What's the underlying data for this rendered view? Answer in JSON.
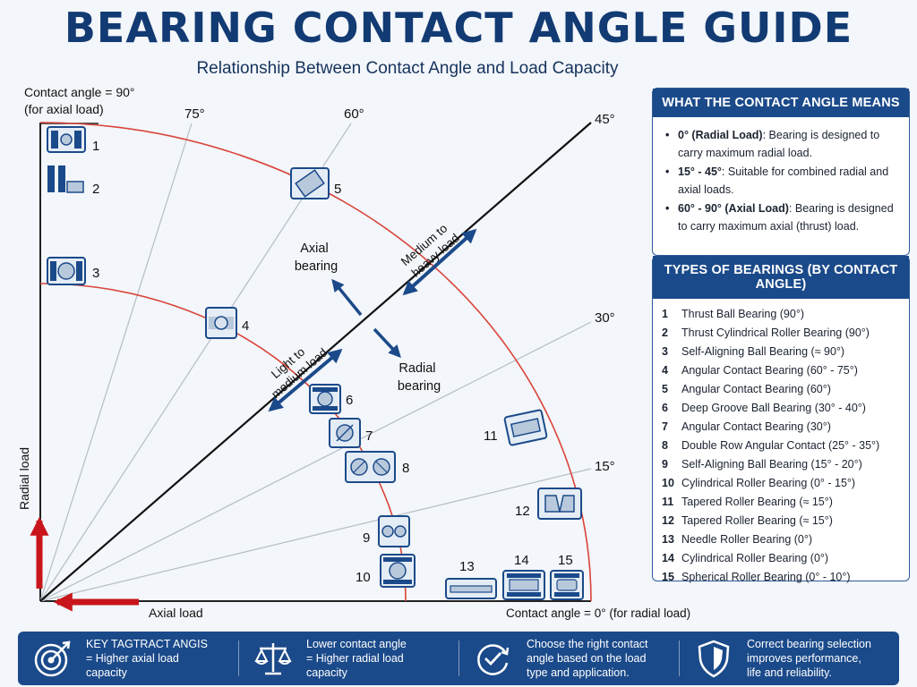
{
  "header": {
    "title": "BEARING CONTACT ANGLE GUIDE",
    "subtitle": "Relationship Between Contact Angle and Load Capacity"
  },
  "diagram": {
    "label_top_line1": "Contact angle = 90°",
    "label_top_line2": "(for axial load)",
    "label_bottom": "Contact angle = 0° (for radial load)",
    "axis_radial": "Radial load",
    "axis_axial": "Axial load",
    "angle_labels": [
      "75°",
      "60°",
      "45°",
      "30°",
      "15°"
    ],
    "axial_bearing_label": [
      "Axial",
      "bearing"
    ],
    "radial_bearing_label": [
      "Radial",
      "bearing"
    ],
    "light_medium_label": [
      "Light to",
      "medium load"
    ],
    "medium_heavy_label": [
      "Medium to",
      "heavy load"
    ],
    "bearing_numbers": [
      "1",
      "2",
      "3",
      "4",
      "5",
      "6",
      "7",
      "8",
      "9",
      "10",
      "11",
      "12",
      "13",
      "14",
      "15"
    ],
    "colors": {
      "arc": "#d9443a",
      "accent": "#1b4a8a",
      "arrow_red": "#c8151b",
      "ray": "#b5bdc6",
      "diagonal": "#111111"
    }
  },
  "panel_meaning": {
    "heading": "WHAT THE CONTACT ANGLE MEANS",
    "items": [
      {
        "strong": "0° (Radial Load)",
        "text": ": Bearing is designed to carry maximum radial load."
      },
      {
        "strong": "15° - 45°",
        "text": ": Suitable for combined radial and axial loads."
      },
      {
        "strong": "60° - 90° (Axial Load)",
        "text": ": Bearing is designed to carry maximum axial (thrust) load."
      }
    ]
  },
  "panel_types": {
    "heading": "TYPES OF BEARINGS (BY CONTACT ANGLE)",
    "items": [
      {
        "num": "1",
        "label": "Thrust Ball Bearing (90°)"
      },
      {
        "num": "2",
        "label": "Thrust Cylindrical Roller Bearing (90°)"
      },
      {
        "num": "3",
        "label": "Self-Aligning Ball Bearing (≈ 90°)"
      },
      {
        "num": "4",
        "label": "Angular Contact Bearing (60° - 75°)"
      },
      {
        "num": "5",
        "label": "Angular Contact Bearing (60°)"
      },
      {
        "num": "6",
        "label": "Deep Groove Ball Bearing (30° - 40°)"
      },
      {
        "num": "7",
        "label": "Angular Contact Bearing (30°)"
      },
      {
        "num": "8",
        "label": "Double Row Angular Contact (25° - 35°)"
      },
      {
        "num": "9",
        "label": "Self-Aligning Ball Bearing (15° - 20°)"
      },
      {
        "num": "10",
        "label": "Cylindrical Roller Bearing (0° - 15°)"
      },
      {
        "num": "11",
        "label": "Tapered Roller Bearing (≈ 15°)"
      },
      {
        "num": "12",
        "label": "Tapered Roller Bearing (≈ 15°)"
      },
      {
        "num": "13",
        "label": "Needle Roller Bearing (0°)"
      },
      {
        "num": "14",
        "label": "Cylindrical Roller Bearing (0°)"
      },
      {
        "num": "15",
        "label": "Spherical Roller Bearing (0° - 10°)"
      }
    ]
  },
  "footer": {
    "items": [
      {
        "icon": "target-icon",
        "text": "KEY TAGTRACT ANGIS\n= Higher axial load\ncapacity"
      },
      {
        "icon": "scales-icon",
        "text": "Lower contact angle\n= Higher radial load\ncapacity"
      },
      {
        "icon": "refresh-check-icon",
        "text": "Choose the right contact\nangle based on the load\ntype and application."
      },
      {
        "icon": "shield-icon",
        "text": "Correct bearing selection\nimproves performance,\nlife and reliability."
      }
    ]
  }
}
